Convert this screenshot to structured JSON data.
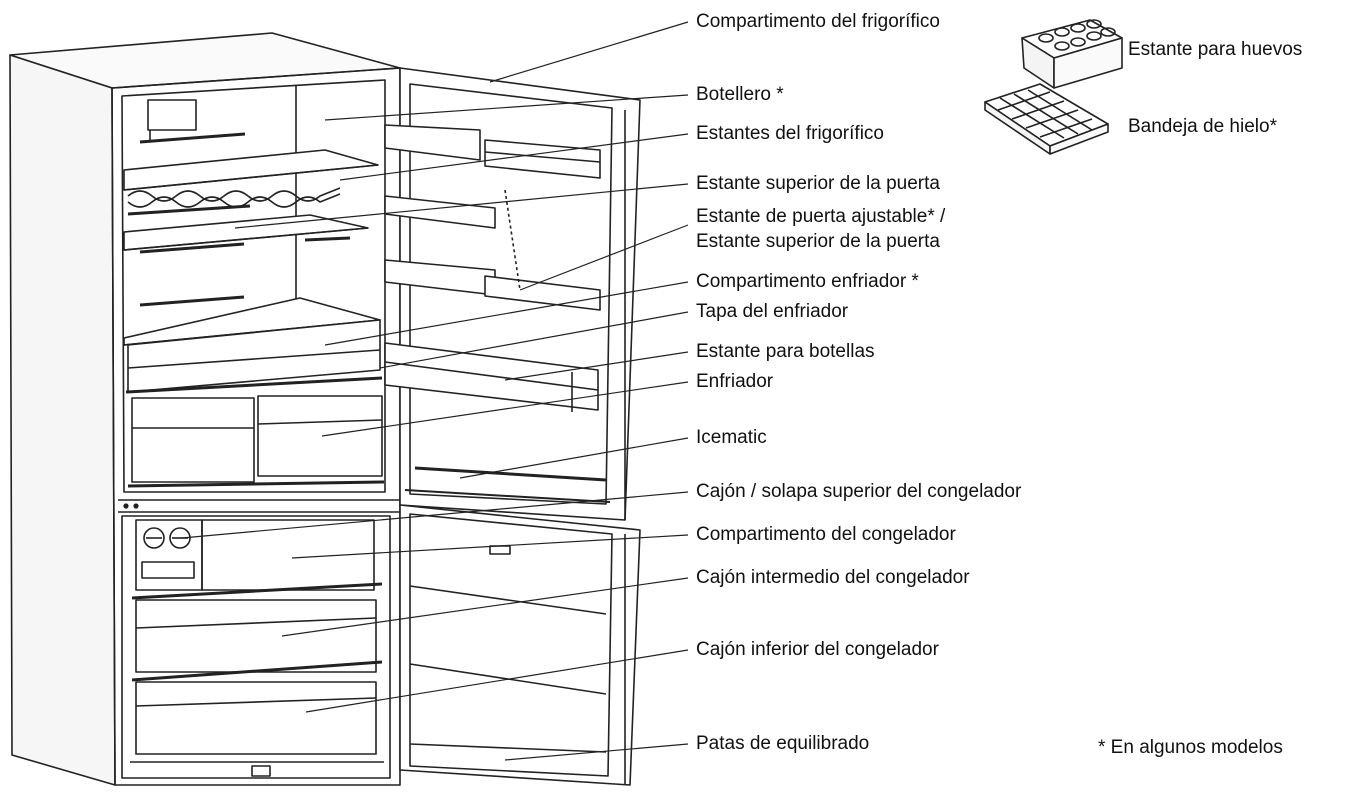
{
  "labels": {
    "fridge_compartment": "Compartimento del frigorífico",
    "wine_rack": "Botellero *",
    "fridge_shelves": "Estantes del frigorífico",
    "door_shelf_upper": "Estante superior de la puerta",
    "adjustable_door_shelf": "Estante de puerta ajustable* /",
    "adjustable_door_shelf_line2": "Estante superior de la puerta",
    "chiller_compartment": "Compartimento enfriador *",
    "chiller_cover": "Tapa del enfriador",
    "bottle_shelf": "Estante para botellas",
    "chiller": "Enfriador",
    "icematic": "Icematic",
    "freezer_top_drawer": "Cajón / solapa superior del congelador",
    "freezer_compartment": "Compartimento del congelador",
    "freezer_middle_drawer": "Cajón intermedio del congelador",
    "freezer_bottom_drawer": "Cajón inferior del congelador",
    "leveling_feet": "Patas de equilibrado",
    "egg_tray": "Estante para huevos",
    "ice_tray": "Bandeja de hielo*",
    "footnote": "* En algunos modelos"
  },
  "colors": {
    "line": "#222222",
    "background": "#ffffff"
  }
}
